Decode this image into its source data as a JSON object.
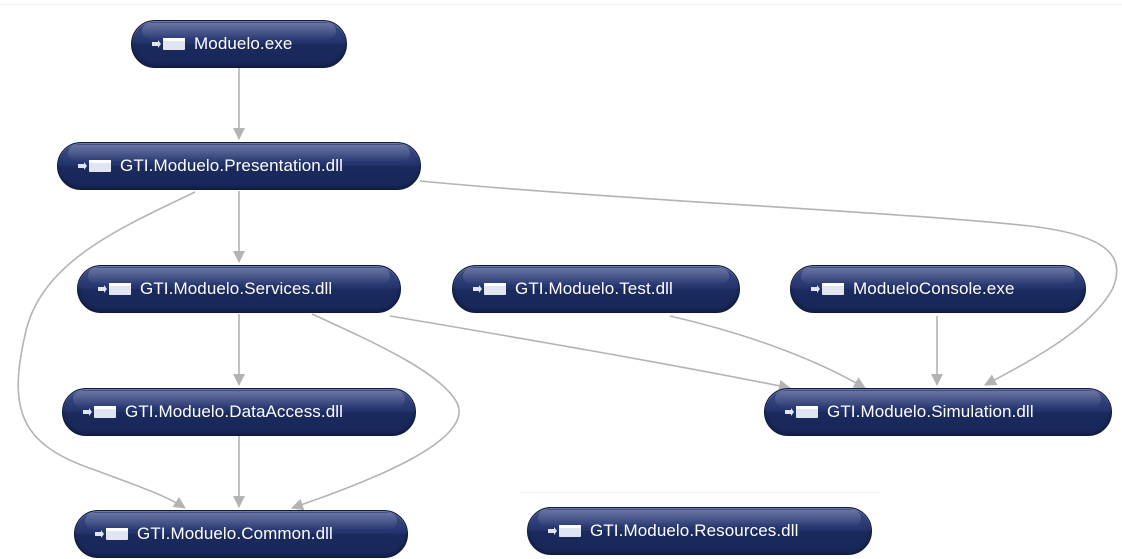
{
  "diagram": {
    "nodes": [
      {
        "id": "moduelo-exe",
        "label": "Moduelo.exe"
      },
      {
        "id": "presentation-dll",
        "label": "GTI.Moduelo.Presentation.dll"
      },
      {
        "id": "services-dll",
        "label": "GTI.Moduelo.Services.dll"
      },
      {
        "id": "test-dll",
        "label": "GTI.Moduelo.Test.dll"
      },
      {
        "id": "console-exe",
        "label": "ModueloConsole.exe"
      },
      {
        "id": "dataaccess-dll",
        "label": "GTI.Moduelo.DataAccess.dll"
      },
      {
        "id": "simulation-dll",
        "label": "GTI.Moduelo.Simulation.dll"
      },
      {
        "id": "common-dll",
        "label": "GTI.Moduelo.Common.dll"
      },
      {
        "id": "resources-dll",
        "label": "GTI.Moduelo.Resources.dll"
      }
    ],
    "edges": [
      {
        "from": "moduelo-exe",
        "to": "presentation-dll"
      },
      {
        "from": "presentation-dll",
        "to": "services-dll"
      },
      {
        "from": "presentation-dll",
        "to": "common-dll"
      },
      {
        "from": "presentation-dll",
        "to": "simulation-dll"
      },
      {
        "from": "services-dll",
        "to": "dataaccess-dll"
      },
      {
        "from": "services-dll",
        "to": "common-dll"
      },
      {
        "from": "services-dll",
        "to": "simulation-dll"
      },
      {
        "from": "test-dll",
        "to": "simulation-dll"
      },
      {
        "from": "console-exe",
        "to": "simulation-dll"
      },
      {
        "from": "dataaccess-dll",
        "to": "common-dll"
      }
    ],
    "colors": {
      "node_fill": "#23336c",
      "node_border": "#0e1a3e",
      "node_text": "#ffffff",
      "edge": "#b3b3b3",
      "icon": "#dfe6f2"
    },
    "node_icon": "assembly-module-icon"
  }
}
